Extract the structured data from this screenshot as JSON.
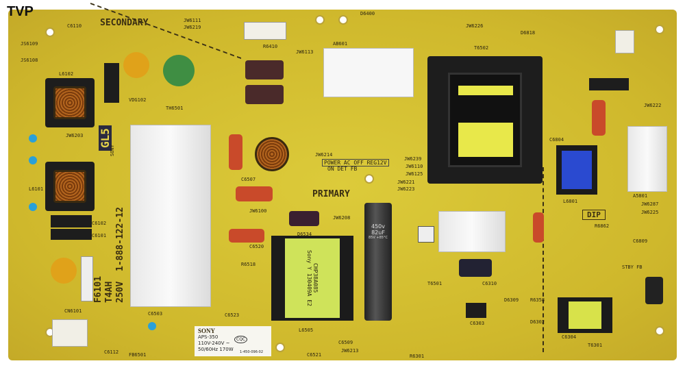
{
  "watermark": "TVP",
  "board": {
    "secondary_label": "SECONDARY",
    "primary_label": "PRIMARY",
    "dip_label": "DIP",
    "gl_mark": "GL5",
    "sony_silk": "SONY",
    "fuse_label": "F6101",
    "fuse_rating": "T4AH",
    "fuse_voltage": "250V",
    "part_number": "1-888-122-12",
    "power_header": "POWER AC OFF REG12V",
    "power_sub": "ON   DET   FB",
    "refs": [
      "JW6111",
      "JW6219",
      "C6110",
      "JS6109",
      "JS6108",
      "L6102",
      "VDG102",
      "TH6501",
      "R6410",
      "JW6239",
      "C6102",
      "L6101",
      "C6101",
      "JW6203",
      "JW6214",
      "JW6110",
      "JW6125",
      "JW6221",
      "JW6223",
      "JW6208",
      "JW6100",
      "R6518",
      "C6523",
      "C6520",
      "D6534",
      "L6505",
      "C6509",
      "C6521",
      "JW6213",
      "R6301",
      "C6310",
      "T6501",
      "D6309",
      "R6358",
      "D6302",
      "T6301",
      "C6304",
      "C6303",
      "JW6226",
      "T6502",
      "D6818",
      "C6507",
      "C6503",
      "C6112",
      "FB6501",
      "CN6101",
      "R6862",
      "C6809",
      "L6801",
      "A5801",
      "JW6287",
      "JW6225",
      "C6804",
      "JW6222",
      "STBY FB",
      "D6400",
      "AB601",
      "JW6113"
    ]
  },
  "label_sticker": {
    "brand": "SONY",
    "model": "APS-350",
    "voltage": "110V-240V ~",
    "rating": "50/60Hz 170W",
    "cert": "CQC",
    "code": "1-450-096-02"
  },
  "capacitor": {
    "rating": "450v 82uF",
    "spec": "85V  +85°C"
  },
  "transformer": {
    "line1": "CHP38A085",
    "line2": "Sony Y 130409A E2"
  },
  "colors": {
    "board": "#d8c230",
    "heatsink": "#eeeeee",
    "transformer": "#cfe35a"
  }
}
